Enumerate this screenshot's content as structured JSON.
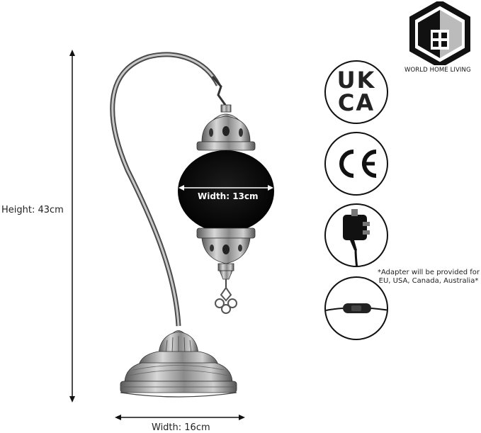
{
  "brand": {
    "name": "WORLD HOME LIVING",
    "logo_icon": "house-hexagon-logo"
  },
  "dimensions": {
    "height_label": "Height: 43cm",
    "width_label": "Width: 16cm",
    "shade_width_label": "Width: 13cm"
  },
  "certifications": [
    {
      "name": "ukca-mark",
      "line1": "UK",
      "line2": "CA"
    },
    {
      "name": "ce-mark",
      "text": "CE"
    }
  ],
  "features": {
    "plug_icon": "uk-plug-icon",
    "switch_icon": "inline-switch-icon",
    "adapter_note_line1": "*Adapter will be provided for",
    "adapter_note_line2": "EU, USA, Canada, Australia*"
  },
  "colors": {
    "background": "#ffffff",
    "metal_light": "#c9c9c9",
    "metal_dark": "#5e5e5e",
    "glass": "#0a0a0a",
    "line": "#111111"
  }
}
